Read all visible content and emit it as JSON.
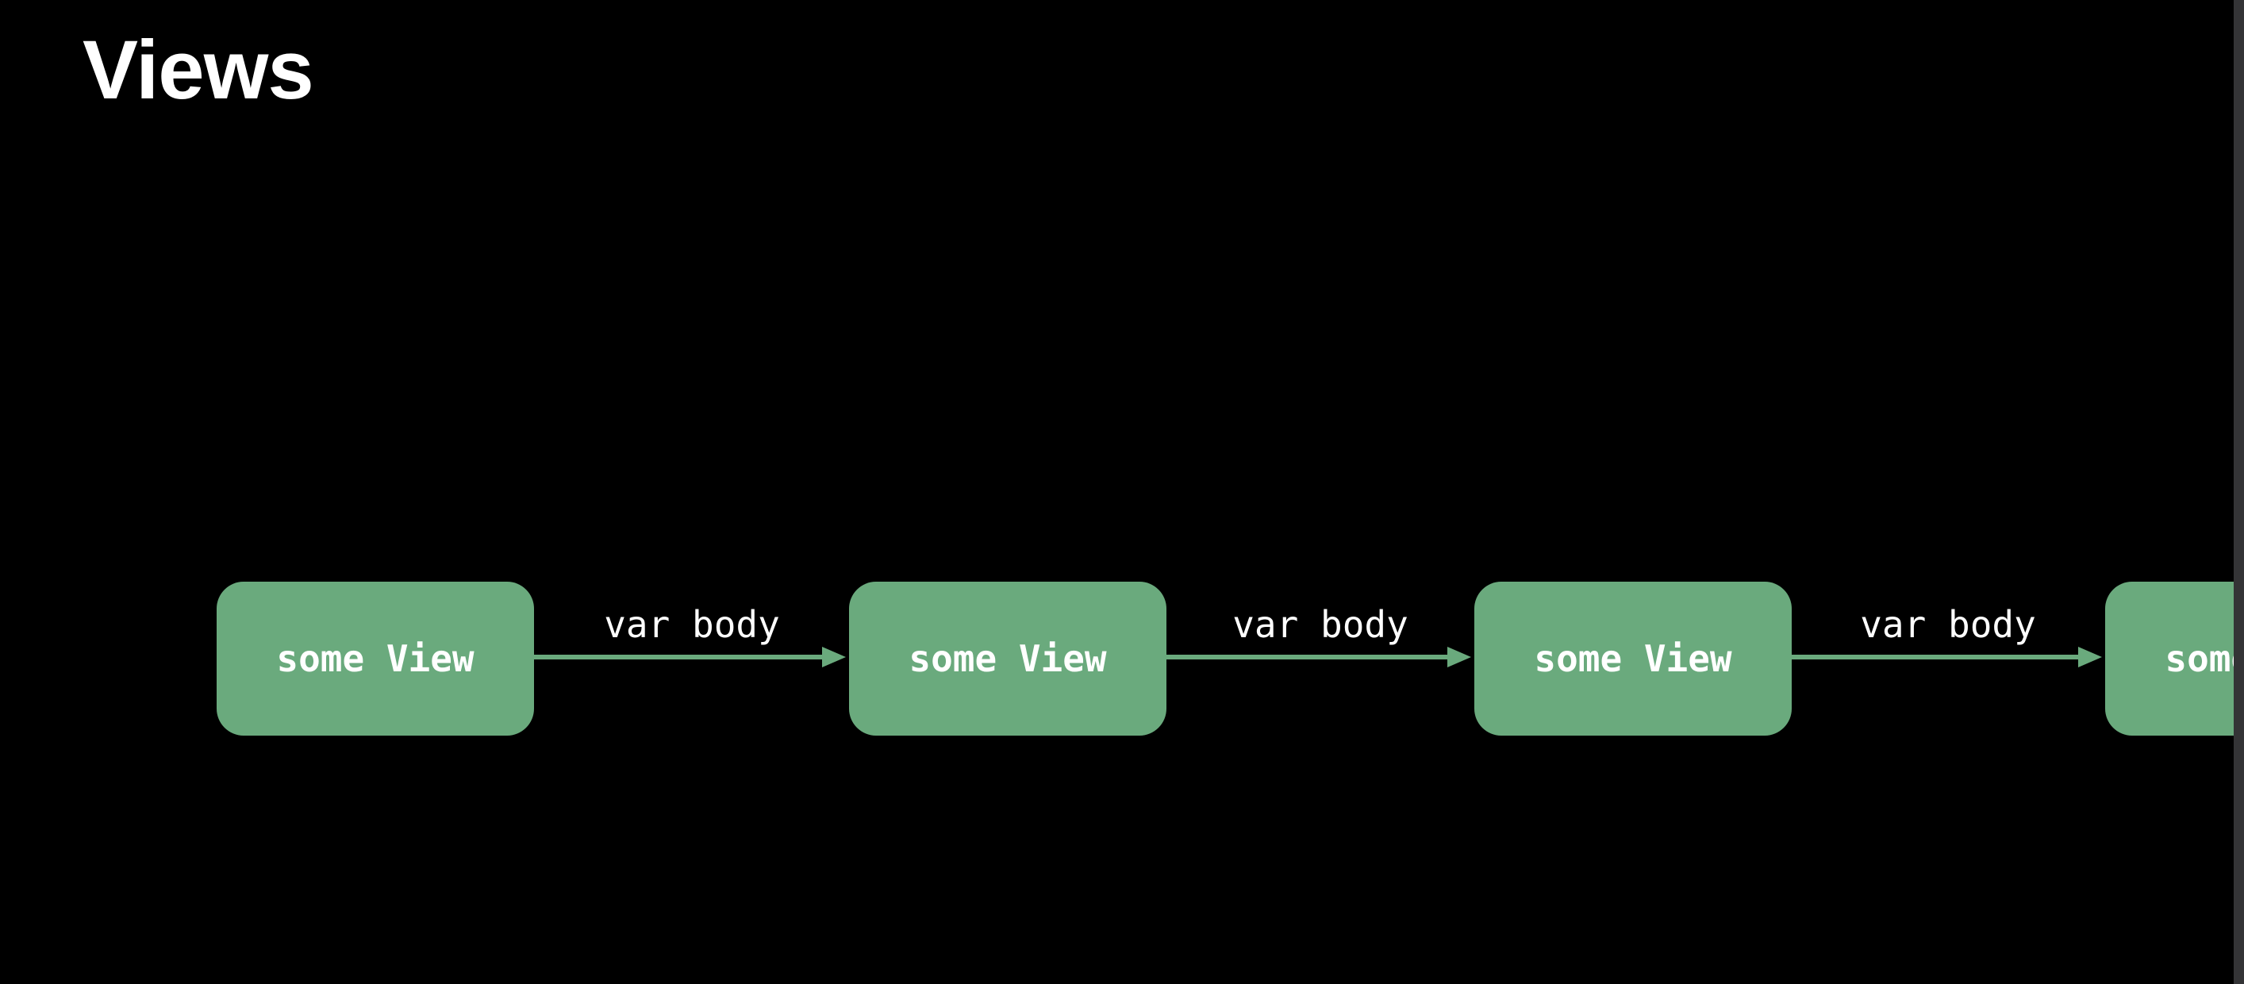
{
  "title": "Views",
  "diagram": {
    "nodes": [
      {
        "label": "some View"
      },
      {
        "label": "some View"
      },
      {
        "label": "some View"
      },
      {
        "label": "some View"
      }
    ],
    "arrows": [
      {
        "label": "var body"
      },
      {
        "label": "var body"
      },
      {
        "label": "var body"
      }
    ]
  },
  "colors": {
    "background": "#000000",
    "node_fill": "#6aaa7d",
    "arrow": "#6aaa7d",
    "node_text": "#ffffff",
    "title_text": "#ffffff",
    "window_edge_strip": "#343436"
  }
}
